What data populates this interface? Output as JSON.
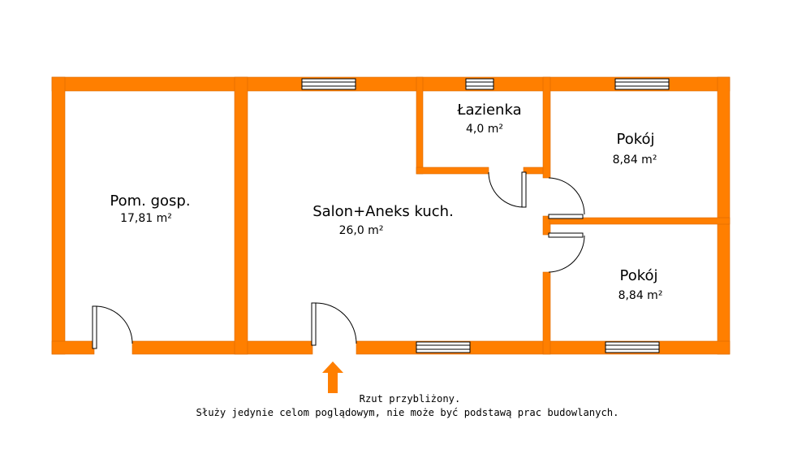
{
  "colors": {
    "wall": "#ff7f00",
    "wall_edge": "#d96a00",
    "window": "#ffffff",
    "text": "#000000"
  },
  "rooms": [
    {
      "name": "Pom. gosp.",
      "area": "17,81 m²"
    },
    {
      "name": "Salon+Aneks kuch.",
      "area": "26,0 m²"
    },
    {
      "name": "Łazienka",
      "area": "4,0 m²"
    },
    {
      "name": "Pokój",
      "area": "8,84 m²"
    },
    {
      "name": "Pokój",
      "area": "8,84 m²"
    }
  ],
  "entrance": {
    "icon": "arrow-up-icon"
  },
  "note": {
    "line1": "Rzut przybliżony.",
    "line2": "Służy jedynie celom poglądowym, nie może być podstawą prac budowlanych."
  }
}
